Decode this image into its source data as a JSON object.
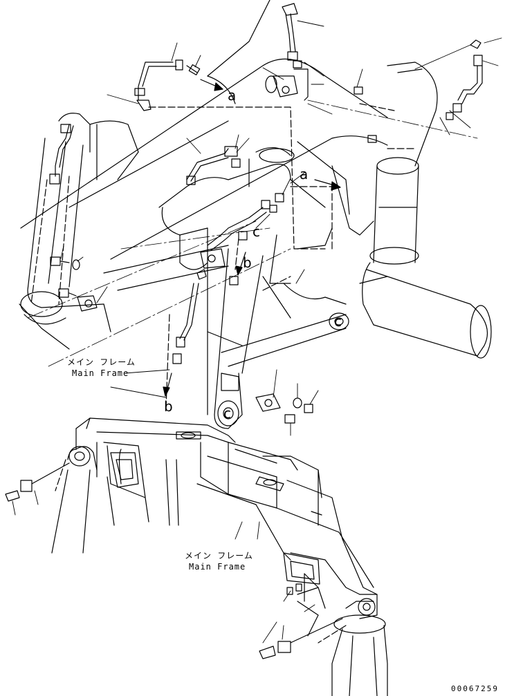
{
  "labels": {
    "main_frame_1_jp": "メイン フレーム",
    "main_frame_1_en": "Main Frame",
    "main_frame_2_jp": "メイン フレーム",
    "main_frame_2_en": "Main Frame",
    "ref_a_top": "a",
    "ref_a_right": "a",
    "ref_b_mid": "b",
    "ref_b_low": "b",
    "ref_c_mid": "c",
    "ref_c_right": "c",
    "ref_c_low": "c",
    "drawing_id": "00067259"
  }
}
